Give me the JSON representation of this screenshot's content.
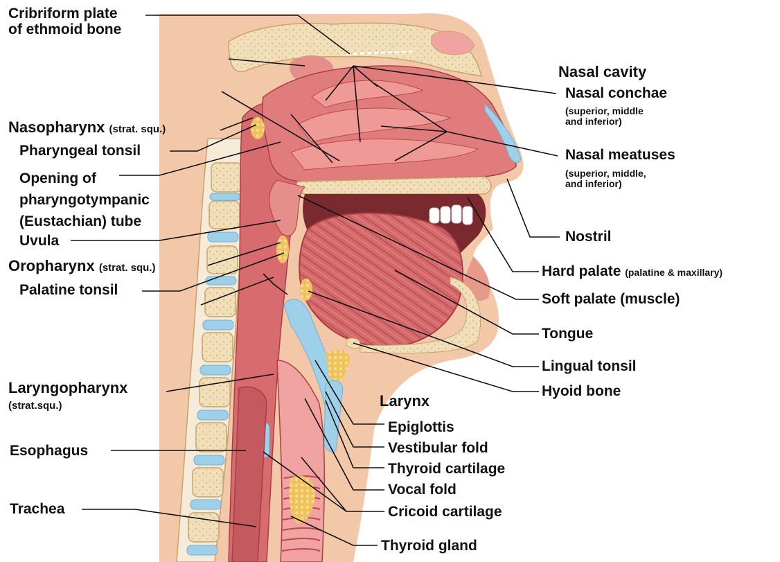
{
  "labels": {
    "cribriform": "Cribriform plate\nof ethmoid bone",
    "nasal_cavity": "Nasal cavity",
    "nasal_conchae": "Nasal conchae",
    "conchae_note": "(superior, middle\nand inferior)",
    "nasal_meatuses": "Nasal meatuses",
    "meatuses_note": "(superior, middle,\nand inferior)",
    "nostril": "Nostril",
    "hard_palate": "Hard palate",
    "hard_palate_note": "(palatine & maxillary)",
    "soft_palate": "Soft palate (muscle)",
    "tongue": "Tongue",
    "lingual_tonsil": "Lingual tonsil",
    "hyoid_bone": "Hyoid bone",
    "larynx": "Larynx",
    "epiglottis": "Epiglottis",
    "vestibular_fold": "Vestibular fold",
    "thyroid_cartilage": "Thyroid cartilage",
    "vocal_fold": "Vocal fold",
    "cricoid_cartilage": "Cricoid cartilage",
    "thyroid_gland": "Thyroid gland",
    "nasopharynx": "Nasopharynx",
    "nasopharynx_note": "(strat. squ.)",
    "pharyngeal_tonsil": "Pharyngeal tonsil",
    "eustachian": "Opening of\npharyngotympanic\n(Eustachian) tube",
    "uvula": "Uvula",
    "oropharynx": "Oropharynx",
    "oropharynx_note": "(strat. squ.)",
    "palatine_tonsil": "Palatine tonsil",
    "laryngopharynx": "Laryngopharynx",
    "laryngopharynx_note": "(strat.squ.)",
    "esophagus": "Esophagus",
    "trachea": "Trachea"
  },
  "colors": {
    "tissue": "#e07d7c",
    "tissue_dark": "#b8484c",
    "bone": "#f1dfb9",
    "cartilage": "#9fd0ea",
    "fat": "#eec15a",
    "skin": "#f3c8a8",
    "airway": "#fbe9e4"
  }
}
